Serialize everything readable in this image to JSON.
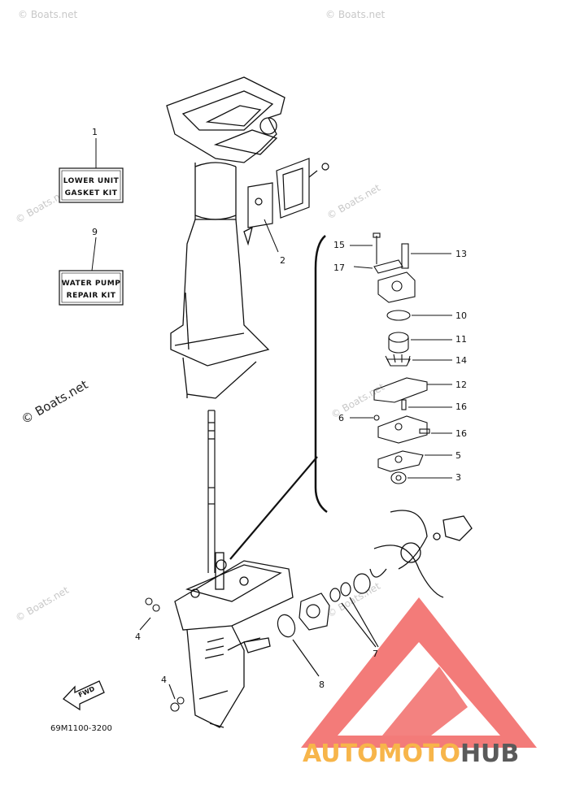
{
  "watermark": {
    "text": "© Boats.net",
    "big_text": "© Boats.net"
  },
  "kits": {
    "lower_unit": {
      "line1": "LOWER UNIT",
      "line2": "GASKET KIT"
    },
    "water_pump": {
      "line1": "WATER PUMP",
      "line2": "REPAIR KIT"
    }
  },
  "callouts": {
    "c1": "1",
    "c2": "2",
    "c3": "3",
    "c4a": "4",
    "c4b": "4",
    "c5": "5",
    "c6": "6",
    "c7": "7",
    "c8": "8",
    "c9": "9",
    "c10": "10",
    "c11": "11",
    "c12": "12",
    "c13": "13",
    "c14": "14",
    "c15": "15",
    "c16a": "16",
    "c16b": "16",
    "c17": "17"
  },
  "fwd_label": "FWD",
  "part_code": "69M1100-3200",
  "brand": {
    "part1": "AUTOMOTO",
    "part2": "HUB",
    "color_auto": "#f7b54a",
    "color_moto": "#e84a3c",
    "color_hub": "#5a5a5a",
    "logo_color": "#ef5350"
  }
}
